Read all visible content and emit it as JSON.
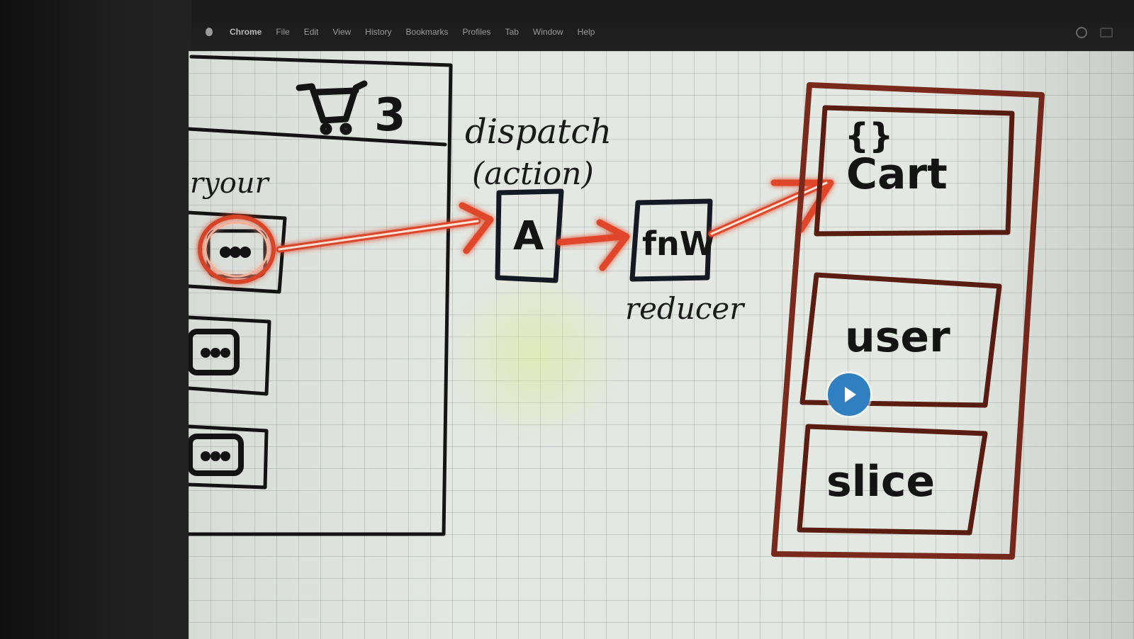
{
  "menubar": {
    "app_name": "Chrome",
    "items": [
      "File",
      "Edit",
      "View",
      "History",
      "Bookmarks",
      "Profiles",
      "Tab",
      "Window",
      "Help"
    ]
  },
  "sketch": {
    "cart_count": "3",
    "side_text": "ryour",
    "dispatch_label": "dispatch",
    "action_label": "(action)",
    "action_box_label": "A",
    "reducer_box_label": "fnW",
    "reducer_label": "reducer",
    "store_bracket": "{}",
    "store_sections": [
      "Cart",
      "user",
      "slice"
    ],
    "highlight_color": "#e0472a",
    "store_color": "#7a2a1c",
    "ink_color": "#141414"
  },
  "video": {
    "play_icon": "play-icon"
  }
}
